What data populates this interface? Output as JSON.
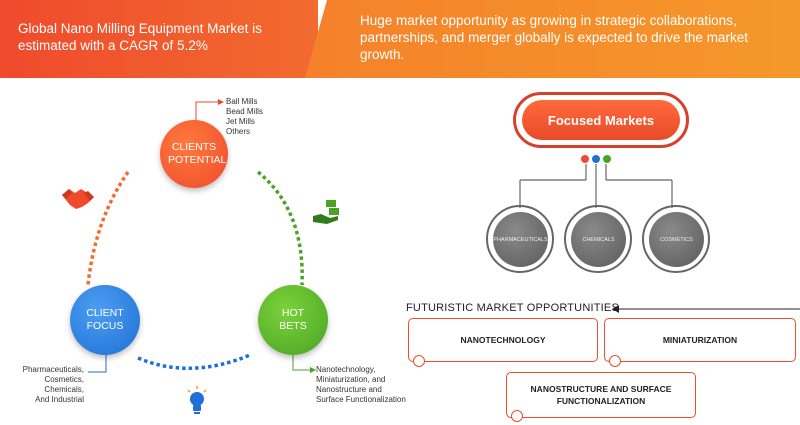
{
  "header": {
    "left_text": "Global Nano Milling Equipment Market is estimated with a CAGR of 5.2%",
    "right_text": "Huge market opportunity as growing in strategic collaborations, partnerships, and merger globally is expected to drive the market growth."
  },
  "cycle": {
    "clients_potential": {
      "label": "CLIENTS POTENTIAL",
      "items": [
        "Ball Mills",
        "Bead Mills",
        "Jet Mills",
        "Others"
      ]
    },
    "client_focus": {
      "label": "CLIENT FOCUS",
      "items": [
        "Pharmaceuticals,",
        "Cosmetics,",
        "Chemicals,",
        "And Industrial"
      ]
    },
    "hot_bets": {
      "label": "HOT BETS",
      "items": [
        "Nanotechnology,",
        "Miniaturization, and",
        "Nanostructure and",
        "Surface Functionalization"
      ]
    }
  },
  "focused_markets": {
    "title": "Focused Markets",
    "markets": [
      "PHARMACEUTICALS",
      "CHEMICALS",
      "COSMETICS"
    ]
  },
  "opportunities": {
    "title": "FUTURISTIC MARKET OPPORTUNITIES",
    "items": [
      "NANOTECHNOLOGY",
      "MINIATURIZATION",
      "NANOSTRUCTURE AND SURFACE FUNCTIONALIZATION"
    ]
  },
  "colors": {
    "orange": "#ef4a2c",
    "blue": "#1f6fd6",
    "green": "#49a324",
    "gray": "#666666"
  },
  "icons": [
    "handshake-icon",
    "money-hand-icon",
    "lightbulb-icon"
  ]
}
